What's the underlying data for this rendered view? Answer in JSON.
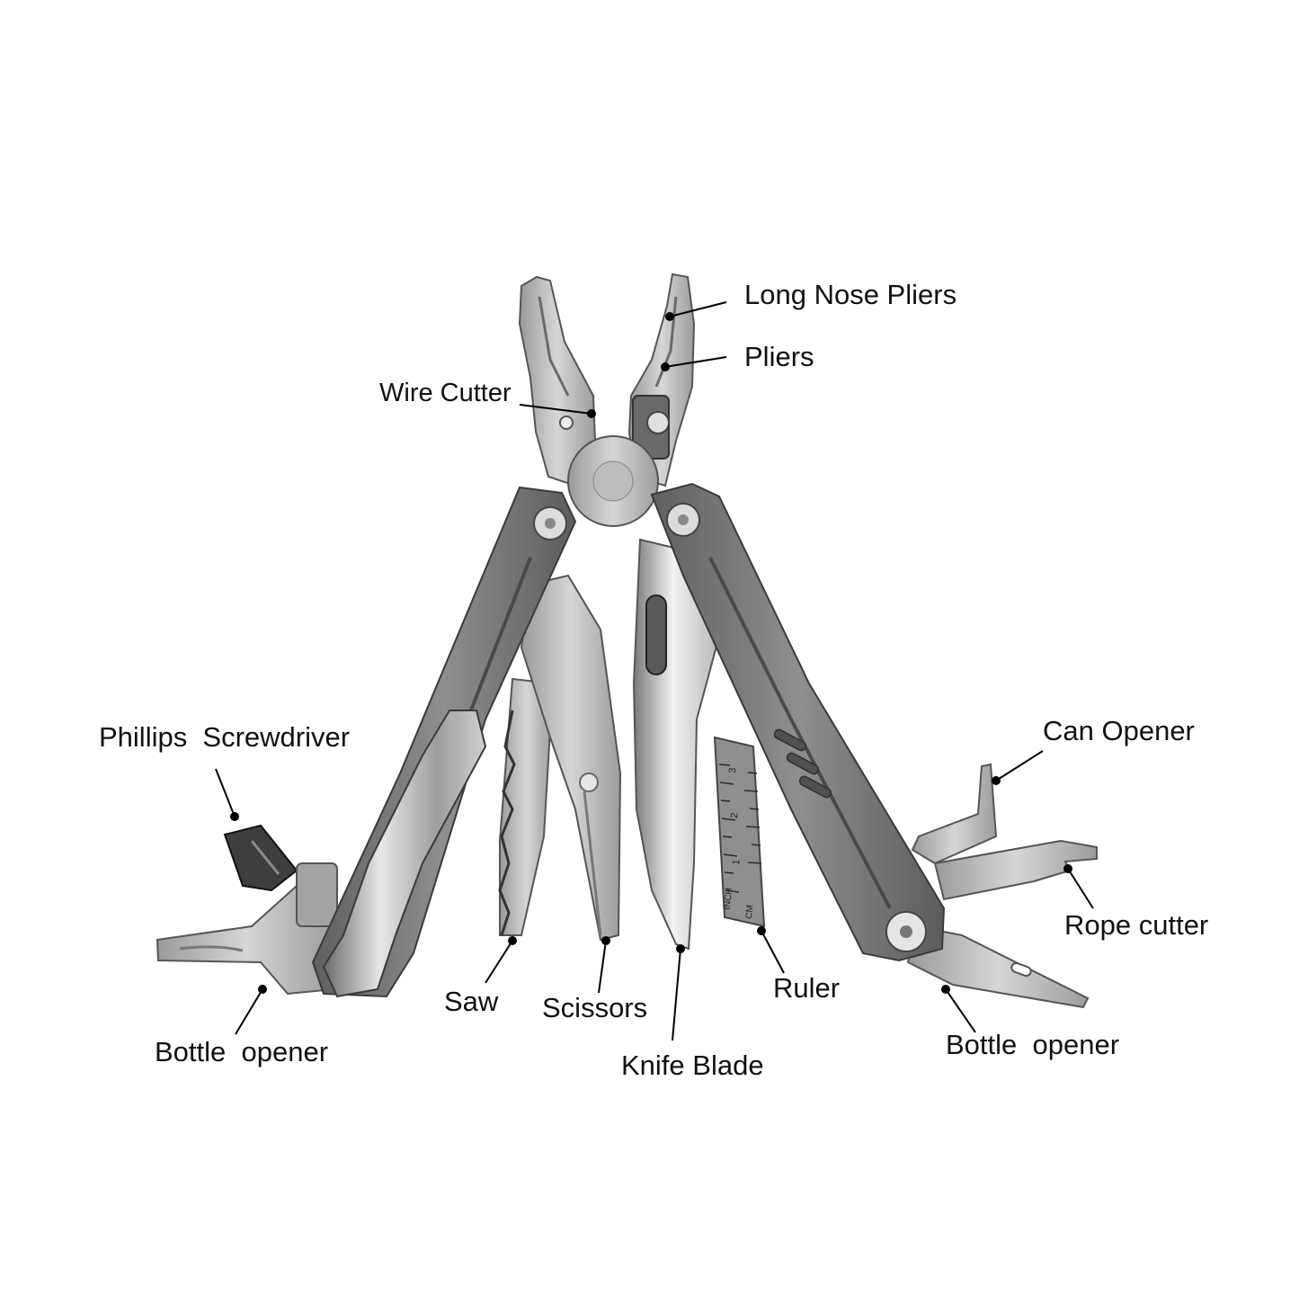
{
  "labels": {
    "long_nose_pliers": "Long Nose Pliers",
    "pliers": "Pliers",
    "wire_cutter": "Wire Cutter",
    "phillips_screwdriver": "Phillips  Screwdriver",
    "can_opener": "Can Opener",
    "rope_cutter": "Rope cutter",
    "bottle_opener_left": "Bottle  opener",
    "saw": "Saw",
    "scissors": "Scissors",
    "knife_blade": "Knife Blade",
    "ruler": "Ruler",
    "bottle_opener_right": "Bottle  opener"
  },
  "ruler_marks": {
    "unit_inch": "INCH",
    "unit_cm": "CM",
    "n1": "1",
    "n2": "2",
    "n3": "3"
  },
  "colors": {
    "background": "#ffffff",
    "handle": "#7c7c7c",
    "steel_light": "#c9c9c9",
    "steel_mid": "#a9a9a9",
    "steel_dark": "#4a4a4a",
    "leader": "#000000"
  }
}
